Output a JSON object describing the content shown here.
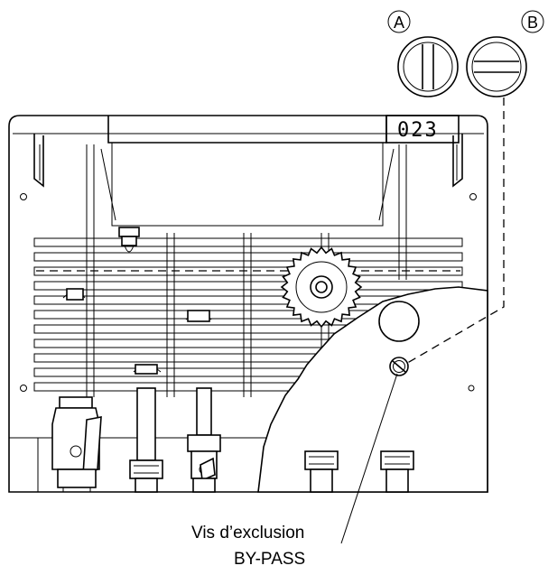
{
  "diagram": {
    "code_label": "023",
    "callout_a": "A",
    "callout_b": "B",
    "caption_line1": "Vis d’exclusion",
    "caption_line2": "BY-PASS"
  }
}
